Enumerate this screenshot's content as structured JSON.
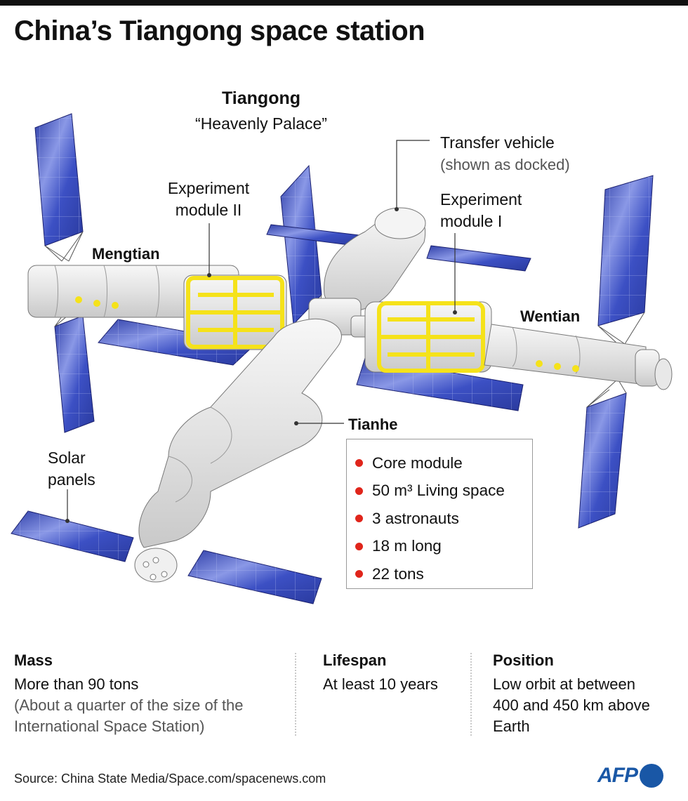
{
  "title": "China’s Tiangong space station",
  "station": {
    "name": "Tiangong",
    "translation": "“Heavenly Palace”"
  },
  "labels": {
    "transfer_vehicle": "Transfer vehicle",
    "transfer_vehicle_note": "(shown as docked)",
    "exp2_line1": "Experiment",
    "exp2_line2": "module II",
    "exp1_line1": "Experiment",
    "exp1_line2": "module I",
    "mengtian": "Mengtian",
    "wentian": "Wentian",
    "tianhe": "Tianhe",
    "solar_line1": "Solar",
    "solar_line2": "panels"
  },
  "tianhe_facts": [
    "Core module",
    "50 m³ Living space",
    "3 astronauts",
    "18 m long",
    "22 tons"
  ],
  "stats": {
    "mass": {
      "label": "Mass",
      "value": "More than 90 tons",
      "note_line1": "(About a quarter of the size of the",
      "note_line2": "International Space Station)"
    },
    "lifespan": {
      "label": "Lifespan",
      "value": "At least 10 years"
    },
    "position": {
      "label": "Position",
      "line1": "Low orbit at between",
      "line2": "400 and 450 km above",
      "line3": "Earth"
    }
  },
  "source": "Source: China State Media/Space.com/spacenews.com",
  "logo": {
    "text": "AFP"
  },
  "colors": {
    "panel_blue": "#3a4fc0",
    "highlight_yellow": "#f5e21a",
    "bullet_red": "#e0251b",
    "module_grey": "#e6e6e6",
    "logo_blue": "#1957a6"
  }
}
